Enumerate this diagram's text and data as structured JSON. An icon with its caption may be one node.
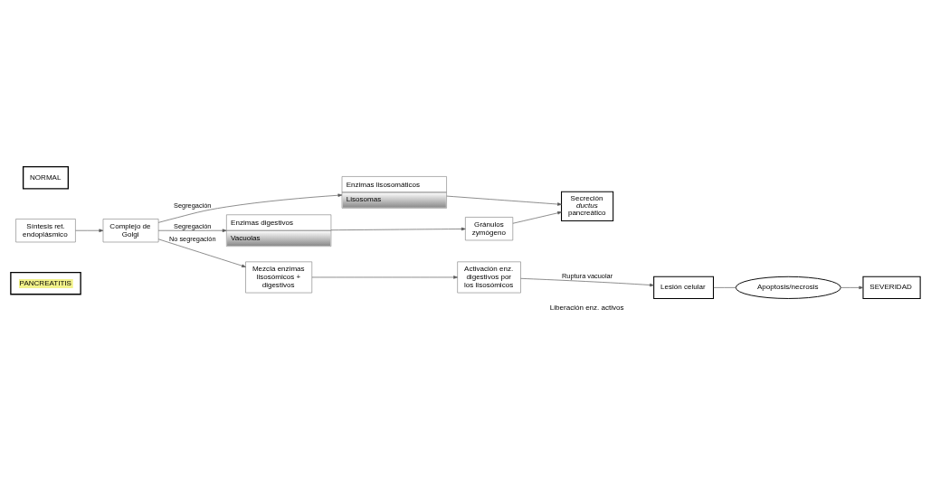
{
  "diagram": {
    "nodes": [
      {
        "text": [
          "NORMAL"
        ]
      },
      {
        "text": [
          "Síntesis ret. endoplásmico"
        ]
      },
      {
        "text": [
          "Complejo de Golgi"
        ]
      },
      {
        "text": [
          "Enzimas lisosomáticos",
          "Lisosomas"
        ]
      },
      {
        "text": [
          "Enzimas digestivos",
          "Vacuolas"
        ]
      },
      {
        "text": [
          "Gránulos zymógeno"
        ]
      },
      {
        "text": [
          "Secreción *ductus* pancreático"
        ]
      },
      {
        "text": [
          "Mezcla enzimas lisosómicos + digestivos"
        ]
      },
      {
        "text": [
          "Activación enz. digestivos por los lisosómicos"
        ]
      },
      {
        "text": [
          "PANCREATITIS"
        ]
      },
      {
        "text": [
          "Lesión celular"
        ]
      },
      {
        "text": [
          "Apoptosis/necrosis"
        ]
      },
      {
        "text": [
          "SEVERIDAD"
        ]
      }
    ],
    "edges": [
      {
        "from": 1,
        "to": 2,
        "arrow": "to"
      },
      {
        "from": 2,
        "to": 3,
        "arrow": "to",
        "label": "Segregación"
      },
      {
        "from": 2,
        "to": 4,
        "arrow": "to",
        "label": "Segregación"
      },
      {
        "from": 3,
        "to": 6,
        "arrow": "to"
      },
      {
        "from": 4,
        "to": 5,
        "arrow": "to"
      },
      {
        "from": 5,
        "to": 6,
        "arrow": "to"
      },
      {
        "from": 2,
        "to": 7,
        "arrow": "to",
        "label": "No segregación"
      },
      {
        "from": 7,
        "to": 8,
        "arrow": "to"
      },
      {
        "from": 8,
        "to": 10,
        "arrow": "to",
        "label": "Ruptura vacuolar"
      },
      {
        "from": 10,
        "to": 11,
        "arrow": "none"
      },
      {
        "from": 11,
        "to": 12,
        "arrow": "to"
      }
    ],
    "labels": [
      "Liberación enz. activos"
    ]
  }
}
